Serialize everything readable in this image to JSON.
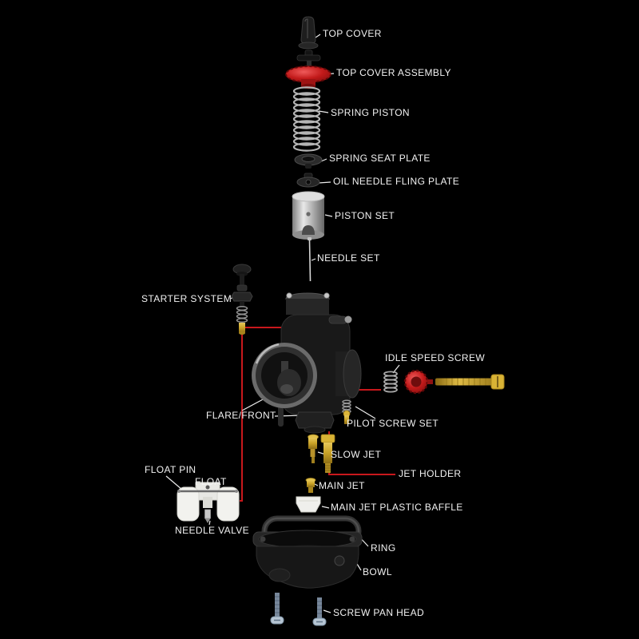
{
  "diagram": {
    "background": "#000000",
    "leader_line_color": "#ececec",
    "connector_line_color": "#c8181c",
    "label_color": "#f2f2f2",
    "brass_color": "#c9a227",
    "red_part_color": "#c21a1a"
  },
  "labels": {
    "top_cover": "TOP COVER",
    "top_cover_assembly": "TOP COVER ASSEMBLY",
    "spring_piston": "SPRING PISTON",
    "spring_seat_plate": "SPRING SEAT PLATE",
    "oil_needle_fling_plate": "OIL NEEDLE FLING PLATE",
    "piston_set": "PISTON SET",
    "needle_set": "NEEDLE SET",
    "starter_system": "STARTER SYSTEM",
    "idle_speed_screw": "IDLE SPEED SCREW",
    "flare_front": "FLARE/FRONT",
    "pilot_screw_set": "PILOT SCREW SET",
    "slow_jet": "SLOW JET",
    "jet_holder": "JET HOLDER",
    "float_pin": "FLOAT PIN",
    "float": "FLOAT",
    "main_jet": "MAIN JET",
    "main_jet_plastic_baffle": "MAIN JET PLASTIC BAFFLE",
    "needle_valve": "NEEDLE VALVE",
    "ring": "RING",
    "bowl": "BOWL",
    "screw_pan_head": "SCREW PAN HEAD"
  }
}
